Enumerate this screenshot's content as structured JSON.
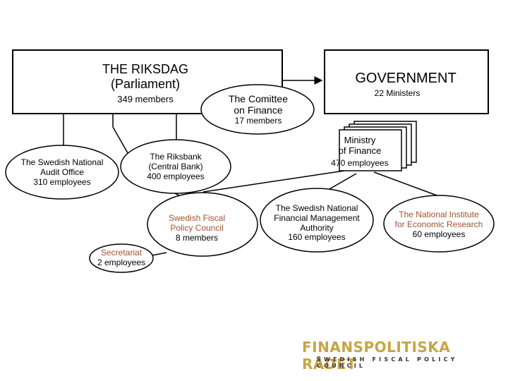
{
  "riksdag": {
    "title": "THE RIKSDAG",
    "subtitle": "(Parliament)",
    "members": "349 members"
  },
  "government": {
    "title": "GOVERNMENT",
    "ministers": "22 Ministers"
  },
  "finance_committee": {
    "line1": "The Comittee",
    "line2": "on Finance",
    "members": "17 members"
  },
  "ministry_of_finance": {
    "line1": "Ministry",
    "line2": "of Finance",
    "employees": "470 employees"
  },
  "audit_office": {
    "line1": "The Swedish National",
    "line2": "Audit Office",
    "employees": "310 employees"
  },
  "riksbank": {
    "line1": "The Riksbank",
    "line2": "(Central Bank)",
    "employees": "400 employees"
  },
  "fiscal_policy_council": {
    "line1": "Swedish Fiscal",
    "line2": "Policy Council",
    "members": "8 members",
    "color": "#a0522d"
  },
  "secretariat": {
    "line1": "Secretariat",
    "employees": "2 employees",
    "color": "#a0522d"
  },
  "debt_office": {
    "line1": "The Swedish National",
    "line2": "Financial Management",
    "line3": "Authority",
    "employees": "160 employees"
  },
  "economic_research": {
    "line1": "The National Institute",
    "line2": "for Economic Research",
    "employees": "60 employees",
    "color": "#a0522d"
  },
  "logo": {
    "title": "FINANSPOLITISKA RÅDET",
    "subtitle": "SWEDISH FISCAL POLICY COUNCIL",
    "color": "#c8a544"
  }
}
